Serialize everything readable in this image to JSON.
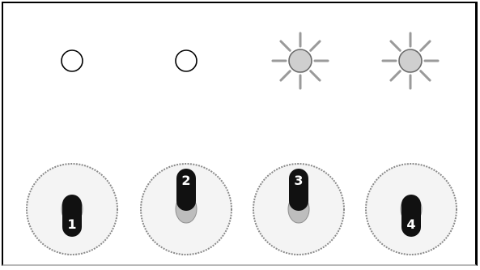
{
  "indicators": [
    {
      "id": 1,
      "state": "off",
      "icon": "indicator-light-off"
    },
    {
      "id": 2,
      "state": "off",
      "icon": "indicator-light-off"
    },
    {
      "id": 3,
      "state": "on",
      "icon": "indicator-light-on"
    },
    {
      "id": 4,
      "state": "on",
      "icon": "indicator-light-on"
    }
  ],
  "switches": [
    {
      "label": "1",
      "position": "down"
    },
    {
      "label": "2",
      "position": "up"
    },
    {
      "label": "3",
      "position": "up"
    },
    {
      "label": "4",
      "position": "down"
    }
  ],
  "colors": {
    "lamp_on": "#cfcfcf",
    "lamp_off": "#ffffff",
    "ray": "#9a9a9a",
    "lever": "#111111",
    "dial": "#f4f4f4"
  }
}
